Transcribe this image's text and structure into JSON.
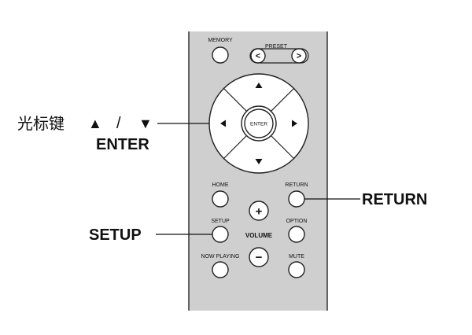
{
  "remote": {
    "memory_label": "MEMORY",
    "preset_label": "PRESET",
    "preset_prev_glyph": "<",
    "preset_next_glyph": ">",
    "enter_label": "ENTER",
    "home_label": "HOME",
    "return_label": "RETURN",
    "setup_label": "SETUP",
    "option_label": "OPTION",
    "volume_label": "VOLUME",
    "volume_plus_glyph": "+",
    "volume_minus_glyph": "−",
    "now_playing_label": "NOW PLAYING",
    "mute_label": "MUTE"
  },
  "callouts": {
    "cursor_keys_text": "光标键",
    "cursor_up_glyph": "▲",
    "slash": "/",
    "cursor_down_glyph": "▼",
    "enter": "ENTER",
    "return": "RETURN",
    "setup": "SETUP"
  },
  "colors": {
    "remote_body": "#cfcfcf",
    "remote_edge": "#333333",
    "button_fill": "#ffffff"
  }
}
